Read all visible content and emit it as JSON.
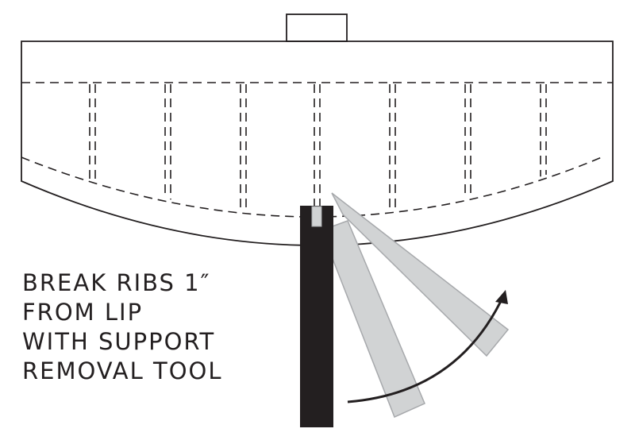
{
  "caption": {
    "lines": [
      "BREAK RIBS 1″",
      "FROM LIP",
      "WITH SUPPORT",
      "REMOVAL TOOL"
    ]
  },
  "colors": {
    "ink": "#231f20",
    "tool": "#231f20",
    "ghost_fill": "#d1d3d4",
    "ghost_stroke": "#a7a9ac"
  }
}
